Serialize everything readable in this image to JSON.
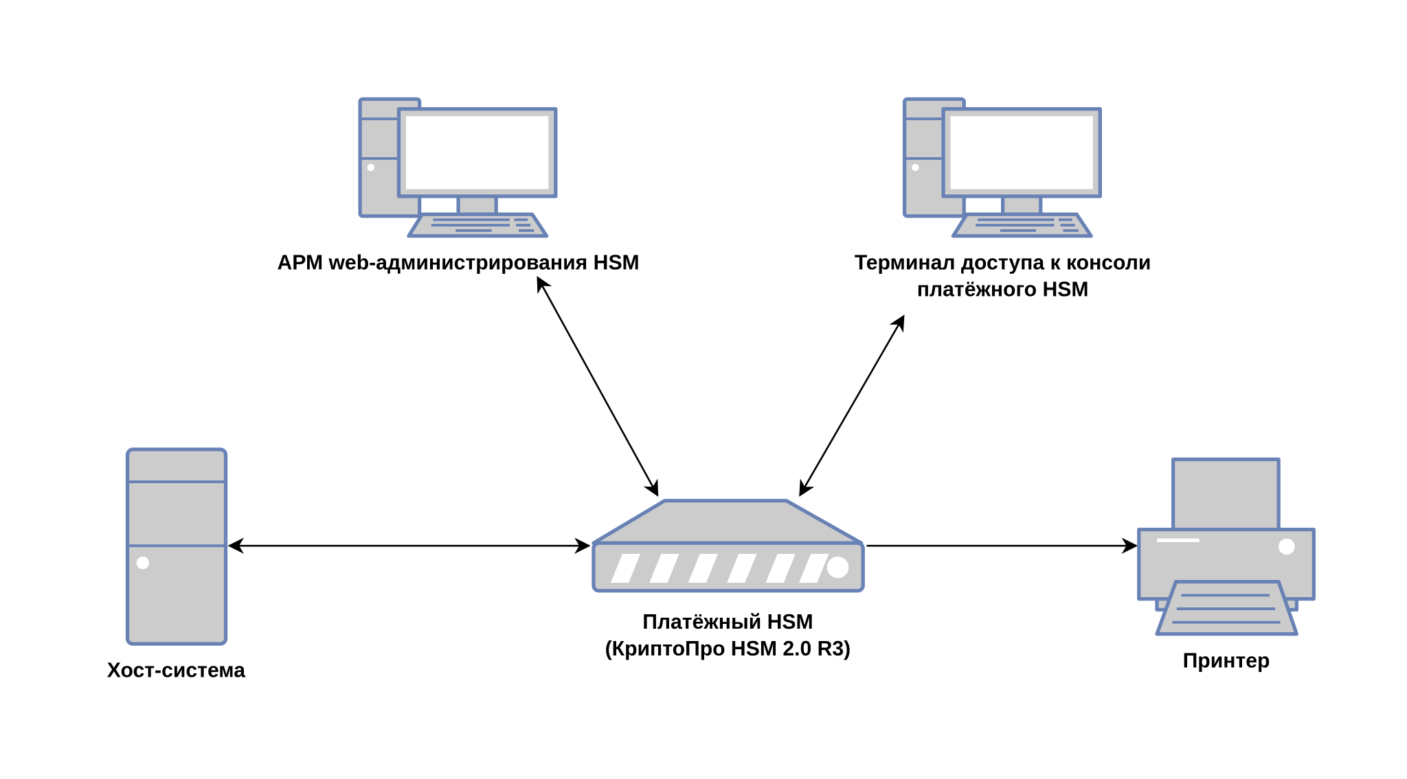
{
  "nodes": {
    "arm": {
      "label": "АРМ web-администрирования HSM",
      "icon": "desktop-computer-icon"
    },
    "terminal": {
      "label_lines": [
        "Терминал доступа к консоли",
        "платёжного HSM"
      ],
      "icon": "desktop-computer-icon"
    },
    "host": {
      "label": "Хост-система",
      "icon": "server-tower-icon"
    },
    "hsm": {
      "label_lines": [
        "Платёжный HSM",
        "(КриптоПро HSM 2.0 R3)"
      ],
      "icon": "hsm-appliance-icon"
    },
    "printer": {
      "label": "Принтер",
      "icon": "printer-icon"
    }
  },
  "edges": [
    {
      "from": "host",
      "to": "hsm",
      "direction": "both"
    },
    {
      "from": "hsm",
      "to": "printer",
      "direction": "forward"
    },
    {
      "from": "arm",
      "to": "hsm",
      "direction": "both"
    },
    {
      "from": "terminal",
      "to": "hsm",
      "direction": "both"
    }
  ],
  "colors": {
    "stroke": "#6882b5",
    "fill": "#cccccc"
  }
}
